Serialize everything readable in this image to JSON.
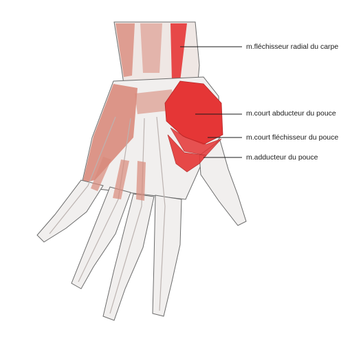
{
  "labels": [
    "m.fléchisseur radial du carpe",
    "m.court abducteur du pouce",
    "m.court fléchisseur du pouce",
    "m.adducteur du pouce"
  ],
  "colors": {
    "outline": "#6b6b6b",
    "tendon": "#f1efee",
    "muscle_muted": "#d98b7c",
    "muscle_highlight": "#e53636",
    "leader_line": "#1a1a1a"
  }
}
